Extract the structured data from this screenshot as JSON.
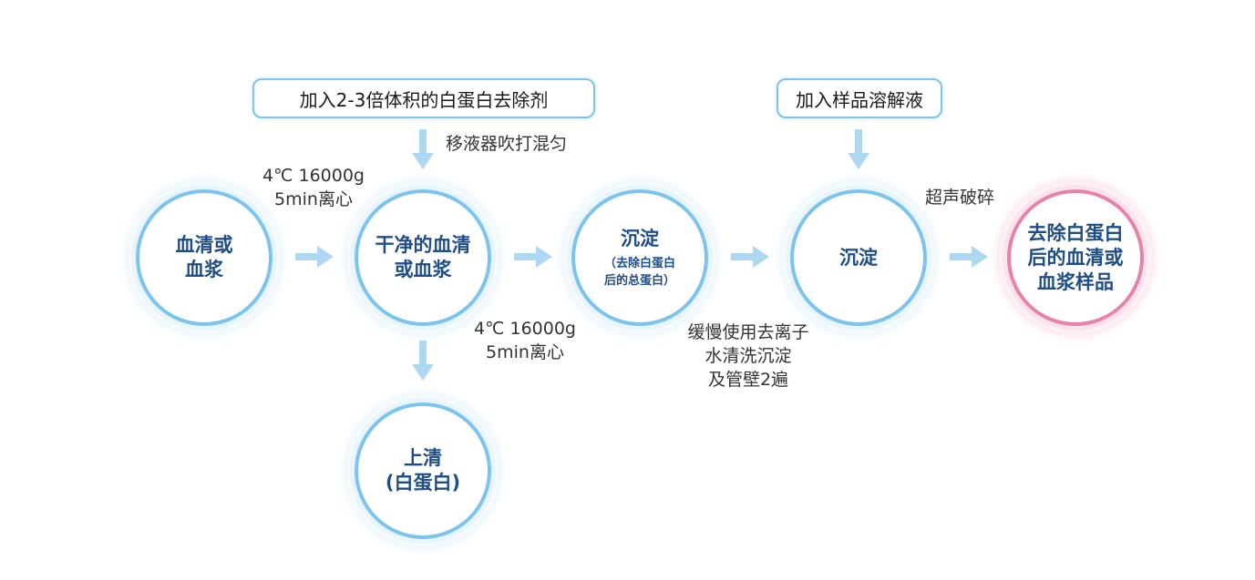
{
  "boxes": {
    "remover": "加入2-3倍体积的白蛋白去除剂",
    "dissolve": "加入样品溶解液"
  },
  "labels": {
    "mix": "移液器吹打混匀",
    "spin1_line1": "4℃ 16000g",
    "spin1_line2": "5min离心",
    "spin2_line1": "4℃ 16000g",
    "spin2_line2": "5min离心",
    "wash_line1": "缓慢使用去离子",
    "wash_line2": "水清洗沉淀",
    "wash_line3": "及管壁2遍",
    "sonicate": "超声破碎"
  },
  "nodes": {
    "serum_line1": "血清或",
    "serum_line2": "血浆",
    "clean_line1": "干净的血清",
    "clean_line2": "或血浆",
    "precip1_main": "沉淀",
    "precip1_sub_line1": "（去除白蛋白",
    "precip1_sub_line2": "后的总蛋白）",
    "precip2_main": "沉淀",
    "final_line1": "去除白蛋白",
    "final_line2": "后的血清或",
    "final_line3": "血浆样品",
    "supernatant_line1": "上清",
    "supernatant_line2": "(白蛋白)"
  },
  "colors": {
    "node_border": "#7cc4ec",
    "final_border": "#e783ab",
    "node_text": "#1f4e86",
    "arrow": "#aed8f1"
  }
}
